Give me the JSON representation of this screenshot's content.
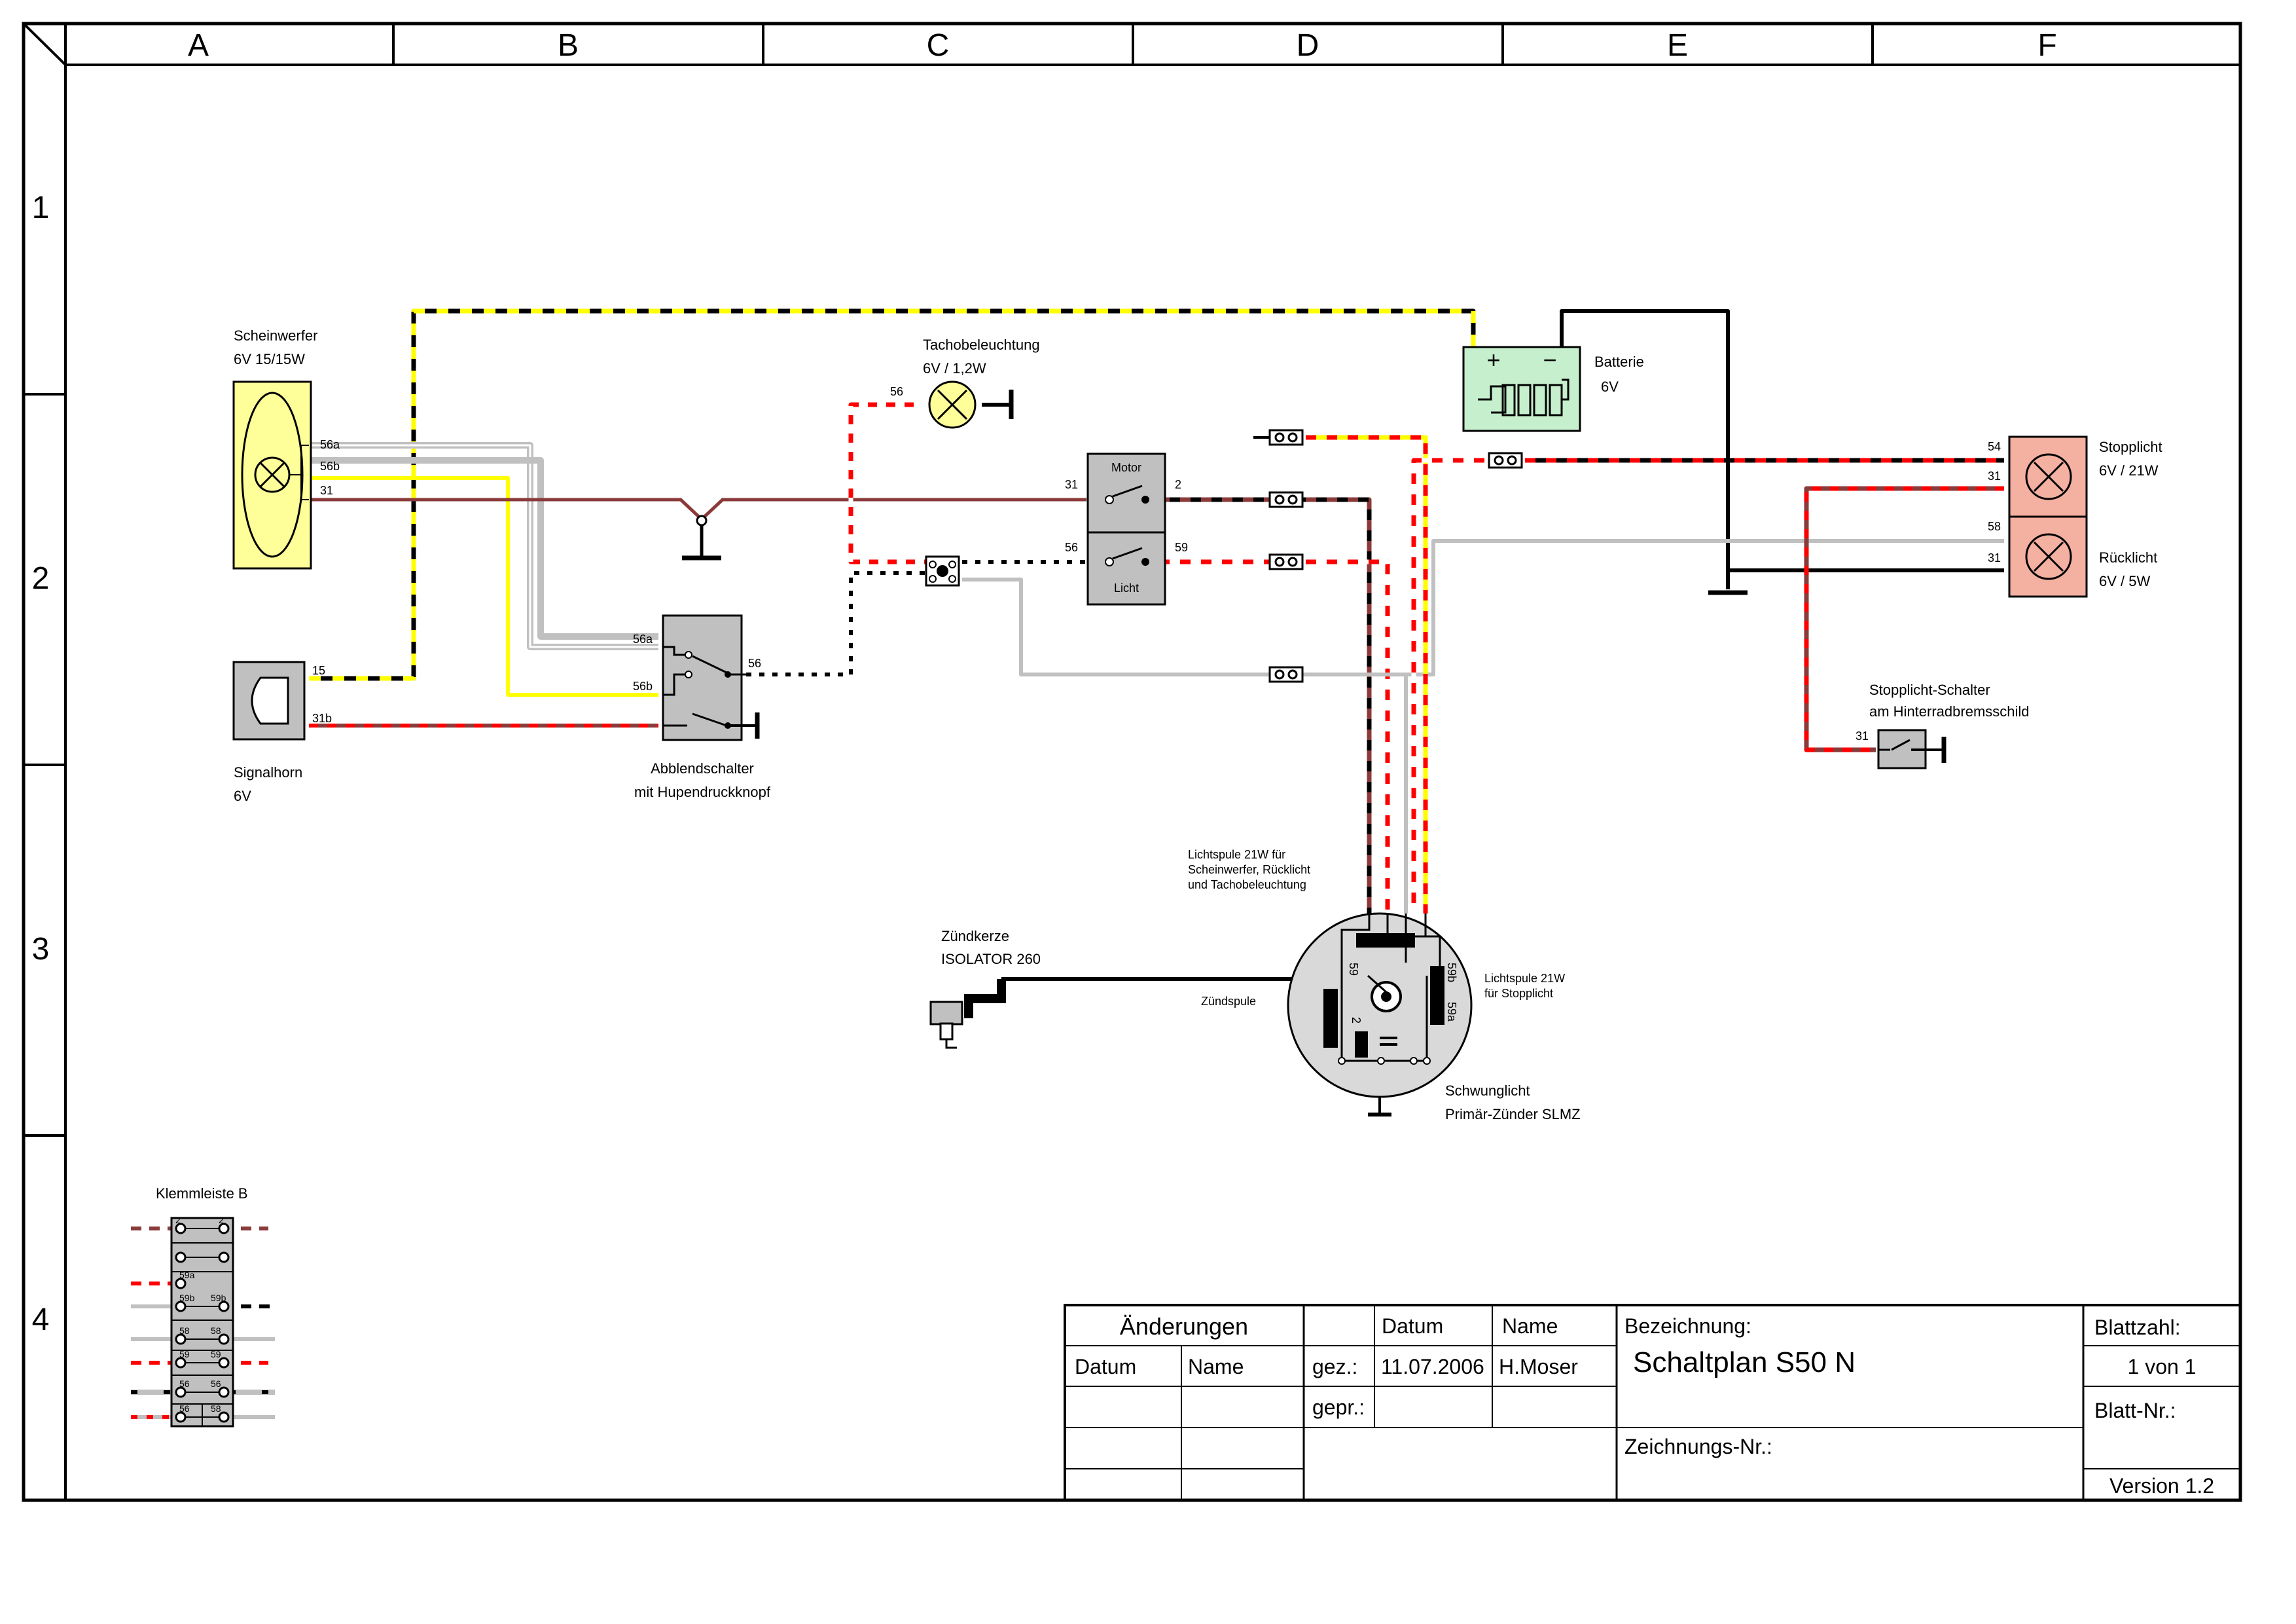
{
  "frame": {
    "columns": [
      "A",
      "B",
      "C",
      "D",
      "E",
      "F"
    ],
    "rows": [
      "1",
      "2",
      "3",
      "4"
    ]
  },
  "components": {
    "headlight": {
      "name": "Scheinwerfer",
      "spec": "6V 15/15W",
      "t1": "56a",
      "t2": "56b",
      "t3": "31"
    },
    "horn": {
      "name": "Signalhorn",
      "spec": "6V",
      "t1": "15",
      "t2": "31b"
    },
    "dimmer": {
      "name": "Abblendschalter",
      "spec": "mit Hupendruckknopf",
      "t1": "56a",
      "t2": "56b",
      "t3": "56"
    },
    "speedo": {
      "name": "Tachobeleuchtung",
      "spec": "6V / 1,2W",
      "t1": "56"
    },
    "switch": {
      "top": "Motor",
      "bottom": "Licht",
      "t1": "31",
      "t2": "2",
      "t3": "56",
      "t4": "59"
    },
    "battery": {
      "name": "Batterie",
      "spec": "6V",
      "plus": "+",
      "minus": "−"
    },
    "brakelight": {
      "name": "Stopplicht",
      "spec": "6V / 21W",
      "t1": "54",
      "t2": "31"
    },
    "taillight": {
      "name": "Rücklicht",
      "spec": "6V / 5W",
      "t1": "58",
      "t2": "31"
    },
    "brakeswitch": {
      "line1": "Stopplicht-Schalter",
      "line2": "am Hinterradbremsschild",
      "t1": "31"
    },
    "coil_main": {
      "line1": "Lichtspule 21W für",
      "line2": "Scheinwerfer, Rücklicht",
      "line3": "und Tachobeleuchtung"
    },
    "coil_stop": {
      "line1": "Lichtspule 21W",
      "line2": "für Stopplicht"
    },
    "sparkplug": {
      "name": "Zündkerze",
      "spec": "ISOLATOR 260"
    },
    "ignitioncoil": {
      "name": "Zündspule"
    },
    "magneto": {
      "name": "Schwunglicht",
      "spec": "Primär-Zünder SLMZ",
      "t59": "59",
      "t59b": "59b",
      "t59a": "59a",
      "t2": "2"
    },
    "terminal": {
      "name": "Klemmleiste B",
      "rows": [
        [
          "2",
          "2"
        ],
        [
          "",
          ""
        ],
        [
          "59a",
          ""
        ],
        [
          "59b",
          "59b"
        ],
        [
          "58",
          "58"
        ],
        [
          "59",
          "59"
        ],
        [
          "56",
          "56"
        ],
        [
          "56",
          "58"
        ]
      ]
    }
  },
  "titleblock": {
    "changes": "Änderungen",
    "datum": "Datum",
    "name": "Name",
    "gez": "gez.:",
    "gepr": "gepr.:",
    "date_value": "11.07.2006",
    "author": "H.Moser",
    "designation_label": "Bezeichnung:",
    "designation": "Schaltplan S50 N",
    "drawing_no_label": "Zeichnungs-Nr.:",
    "sheet_count_label": "Blattzahl:",
    "sheet_count": "1 von 1",
    "sheet_no_label": "Blatt-Nr.:",
    "version": "Version 1.2"
  },
  "colors": {
    "frame": "#000000",
    "brown": "#8b3a3a",
    "yellow": "#ffff00",
    "red": "#ff0000",
    "grey": "#c0c0c0",
    "headlight_fill": "#ffff99",
    "battery_fill": "#c6efce",
    "lamp_fill": "#f4b0a0",
    "box_fill": "#c0c0c0"
  }
}
